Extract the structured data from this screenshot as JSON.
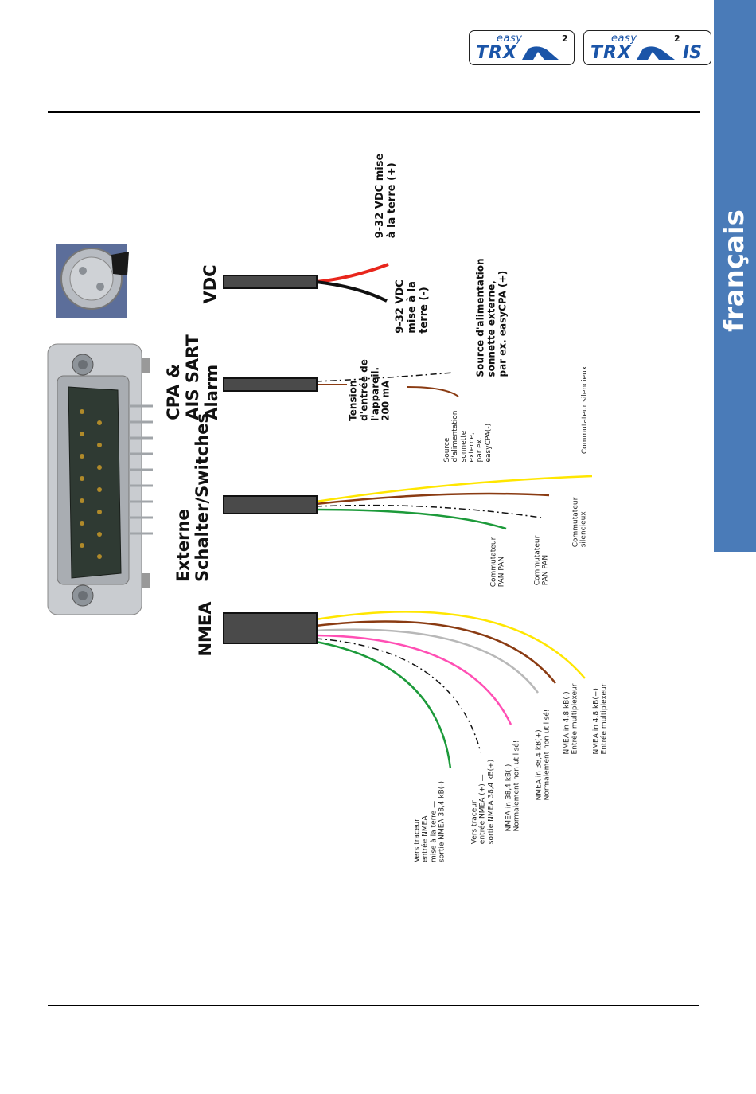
{
  "header": {
    "logo1": {
      "easy": "easy",
      "trx": "TRX",
      "sup": "2"
    },
    "logo2": {
      "easy": "easy",
      "trx": "TRX",
      "sup": "2",
      "suffix": "IS"
    }
  },
  "side_tab": {
    "label": "français",
    "color": "#4a7bb8"
  },
  "cables": {
    "vdc": {
      "title": "VDC",
      "plus_label": "9-32 VDC mise\nà la terre (+)",
      "minus_label": "9-32 VDC\nmise à la\nterre (-)"
    },
    "alarm": {
      "title": "CPA &\nAIS SART\nAlarm",
      "device_label": "Tension\nd'entrée de\nl'appareil.\n200 mA",
      "ext_source_label": "Source d'alimentation\nsonnette externe,\npar ex. easyCPA (+)",
      "ext_source_small": "Source\nd'alimentation\nsonnette\nexterne,\npar ex.\neasyCPA(-)"
    },
    "switches": {
      "title": "Externe\nSchalter/Switches",
      "silent_top": "Commutateur silencieux",
      "silent_mid": "Commutateur\nsilencieux",
      "pan1": "Commutateur\nPAN PAN",
      "pan2": "Commutateur\nPAN PAN"
    },
    "nmea": {
      "title": "NMEA",
      "labels": [
        "Vers traceur\nentrée NMEA\nmise à la terre —\nsortie NMEA 38,4 kB(-)",
        "Vers traceur\nentrée NMEA (+) —\nsortie NMEA 38,4 kB(+)",
        "NMEA in 38,4 kB(-)\nNormalement non utilisé!",
        "NMEA in 38,4 kB(+)\nNormalement non utilisé!",
        "NMEA in 4,8 kB(-)\nEntrée multiplexeur",
        "NMEA in 4,8 kB(+)\nEntrée multiplexeur"
      ]
    }
  },
  "colors": {
    "red": "#e8261c",
    "black": "#111111",
    "brown": "#8a3b12",
    "yellow": "#ffe600",
    "green": "#1c9a3a",
    "pink": "#ff4fb4",
    "grey": "#b8b8b8"
  }
}
